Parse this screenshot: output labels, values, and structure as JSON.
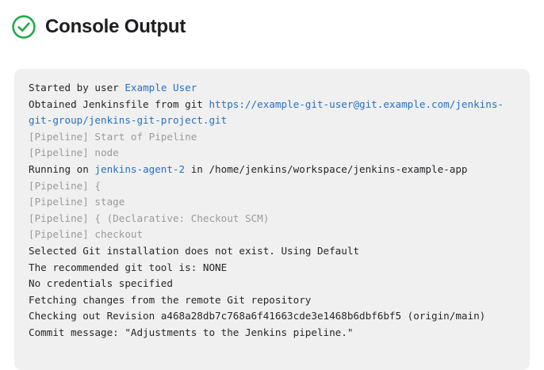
{
  "header": {
    "title": "Console Output",
    "status_icon": "check-circle-icon",
    "status_color": "#23a94d"
  },
  "colors": {
    "panel_background": "#f0f0f0",
    "page_background": "#ffffff",
    "text": "#23272b",
    "link": "#2572c4",
    "muted": "#9b9b9b",
    "title": "#1c1e21"
  },
  "console": {
    "lines": [
      [
        {
          "text": "Started by user ",
          "style": "plain"
        },
        {
          "text": "Example User",
          "style": "link"
        }
      ],
      [
        {
          "text": "Obtained Jenkinsfile from git ",
          "style": "plain"
        },
        {
          "text": "https://example-git-user@git.example.com/jenkins-git-group/jenkins-git-project.git",
          "style": "link"
        }
      ],
      [
        {
          "text": "[Pipeline] Start of Pipeline",
          "style": "muted"
        }
      ],
      [
        {
          "text": "[Pipeline] node",
          "style": "muted"
        }
      ],
      [
        {
          "text": "Running on ",
          "style": "plain"
        },
        {
          "text": "jenkins-agent-2",
          "style": "link"
        },
        {
          "text": " in /home/jenkins/workspace/jenkins-example-app",
          "style": "plain"
        }
      ],
      [
        {
          "text": "[Pipeline] {",
          "style": "muted"
        }
      ],
      [
        {
          "text": "[Pipeline] stage",
          "style": "muted"
        }
      ],
      [
        {
          "text": "[Pipeline] { (Declarative: Checkout SCM)",
          "style": "muted"
        }
      ],
      [
        {
          "text": "[Pipeline] checkout",
          "style": "muted"
        }
      ],
      [
        {
          "text": "Selected Git installation does not exist. Using Default",
          "style": "plain"
        }
      ],
      [
        {
          "text": "The recommended git tool is: NONE",
          "style": "plain"
        }
      ],
      [
        {
          "text": "No credentials specified",
          "style": "plain"
        }
      ],
      [
        {
          "text": "Fetching changes from the remote Git repository",
          "style": "plain"
        }
      ],
      [
        {
          "text": "Checking out Revision a468a28db7c768a6f41663cde3e1468b6dbf6bf5 (origin/main)",
          "style": "plain"
        }
      ],
      [
        {
          "text": "Commit message: \"Adjustments to the Jenkins pipeline.\"",
          "style": "plain"
        }
      ]
    ]
  }
}
